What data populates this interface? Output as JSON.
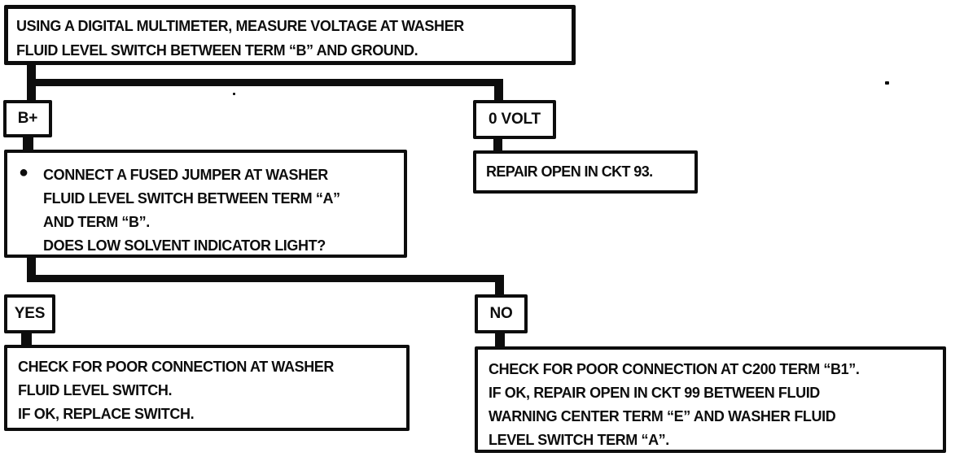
{
  "colors": {
    "ink": "#0d0d0d",
    "paper": "#ffffff"
  },
  "flowchart": {
    "step1": {
      "lines": [
        "USING A DIGITAL MULTIMETER, MEASURE VOLTAGE AT WASHER",
        "FLUID LEVEL SWITCH BETWEEN TERM “B” AND GROUND."
      ]
    },
    "result_bplus": {
      "label": "B+"
    },
    "result_0volt": {
      "label": "0 VOLT"
    },
    "step2": {
      "bullet": "●",
      "lines": [
        "CONNECT A FUSED JUMPER AT WASHER",
        "FLUID LEVEL SWITCH BETWEEN TERM “A”",
        "AND TERM “B”.",
        "DOES LOW SOLVENT INDICATOR LIGHT?"
      ]
    },
    "action_ckt93": {
      "text": "REPAIR OPEN IN CKT 93."
    },
    "branch_yes": {
      "label": "YES"
    },
    "branch_no": {
      "label": "NO"
    },
    "action_yes": {
      "lines": [
        "CHECK FOR POOR CONNECTION AT WASHER",
        "FLUID LEVEL SWITCH.",
        "IF OK, REPLACE SWITCH."
      ]
    },
    "action_no": {
      "lines": [
        "CHECK FOR POOR CONNECTION AT C200 TERM “B1”.",
        "IF OK, REPAIR OPEN IN CKT 99 BETWEEN FLUID",
        "WARNING CENTER TERM “E” AND WASHER FLUID",
        "LEVEL SWITCH TERM “A”."
      ]
    }
  }
}
